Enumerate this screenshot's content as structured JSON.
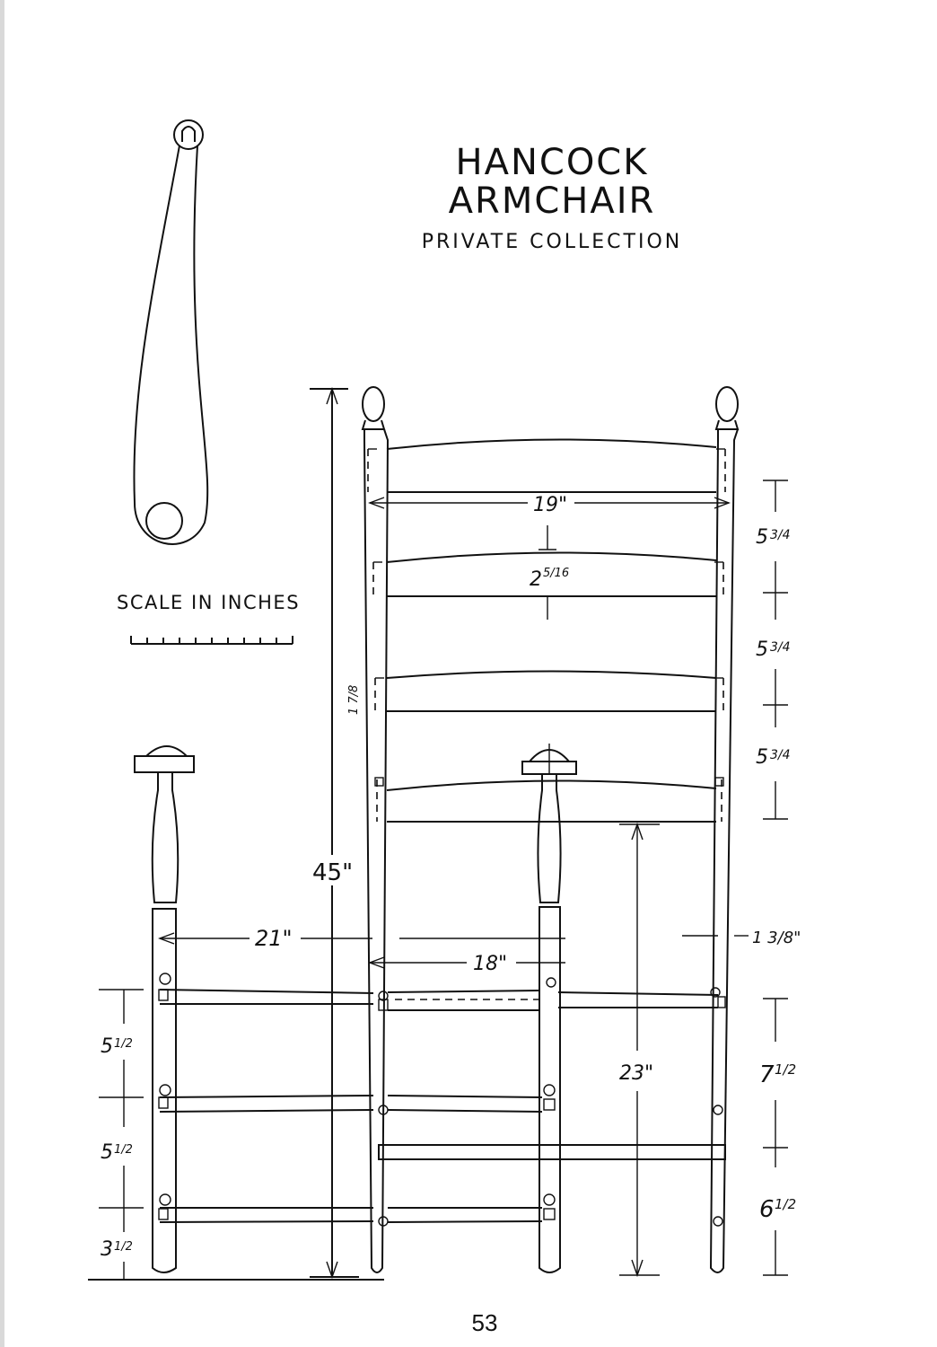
{
  "title": {
    "line1": "HANCOCK",
    "line2": "ARMCHAIR",
    "subtitle": "PRIVATE COLLECTION"
  },
  "scale": {
    "label": "SCALE IN INCHES"
  },
  "dimensions": {
    "overall_height": "45\"",
    "slat_spacing_top": "5",
    "slat_spacing_mid": "5",
    "slat_spacing_low": "5",
    "fraction_3_4": "3/4",
    "back_width": "19\"",
    "slat_height_whole": "2",
    "slat_height_frac": "5/16",
    "slat_thickness": "1 7/8",
    "depth": "21\"",
    "front_width": "18\"",
    "post_diameter": "1 3/8\"",
    "seat_height": "23\"",
    "rung_7": "7",
    "rung_6": "6",
    "fraction_1_2": "1/2",
    "side_rung_5a": "5",
    "side_rung_5b": "5",
    "side_rung_3": "3"
  },
  "page_number": "53"
}
